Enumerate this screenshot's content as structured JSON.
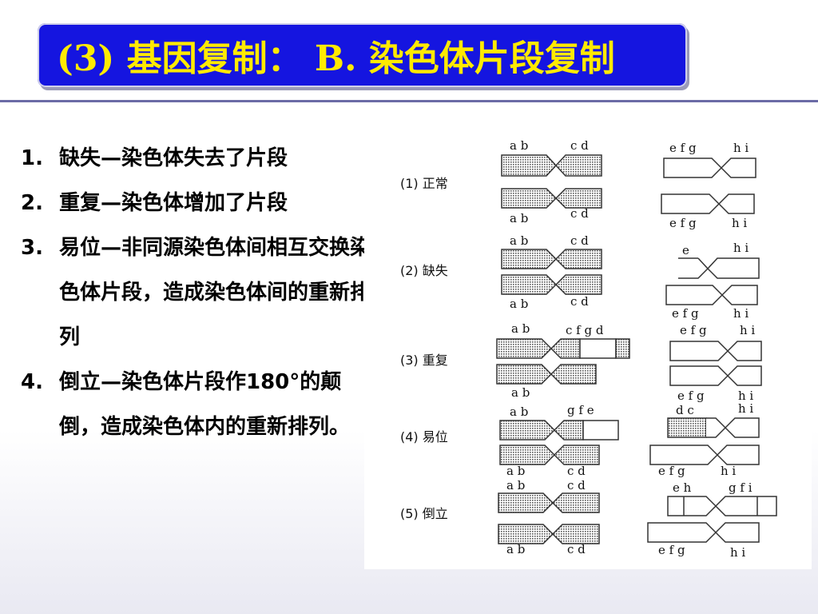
{
  "title": "(3) 基因复制： B. 染色体片段复制",
  "bullets": [
    {
      "num": "1.",
      "text": "缺失—染色体失去了片段"
    },
    {
      "num": "2.",
      "text": "重复—染色体增加了片段"
    },
    {
      "num": "3.",
      "text": "易位—非同源染色体间相互交换染色体片段，造成染色体间的重新排列"
    },
    {
      "num": "4.",
      "text": "倒立—染色体片段作180°的颠倒，造成染色体内的重新排列。"
    }
  ],
  "figure": {
    "rows": [
      {
        "label": "(1) 正常",
        "left": {
          "top": [
            "a b",
            "c d"
          ],
          "bottom": [
            "a b",
            "c d"
          ]
        },
        "right": {
          "top": [
            "e f g",
            "h i"
          ],
          "bottom": [
            "e f g",
            "h i"
          ]
        }
      },
      {
        "label": "(2) 缺失",
        "left": {
          "top": [
            "a b",
            "c d"
          ],
          "bottom": [
            "a b",
            "c d"
          ]
        },
        "right": {
          "top": [
            "e",
            "h i"
          ],
          "bottom": [
            "e f g",
            "h i"
          ]
        }
      },
      {
        "label": "(3) 重复",
        "left": {
          "top": [
            "a b",
            "c f g d"
          ],
          "bottom": [
            "a b",
            ""
          ]
        },
        "right": {
          "top": [
            "e f g",
            "h i"
          ],
          "bottom": [
            "e f g",
            "h i"
          ]
        }
      },
      {
        "label": "(4) 易位",
        "left": {
          "top": [
            "a b",
            "g f e"
          ],
          "bottom": [
            "a b",
            "c d"
          ]
        },
        "right": {
          "top": [
            "d c",
            "h i"
          ],
          "bottom": [
            "e f g",
            "h i"
          ]
        }
      },
      {
        "label": "(5) 倒立",
        "left": {
          "top": [
            "a b",
            "c d"
          ],
          "bottom": [
            "a b",
            "c d"
          ]
        },
        "right": {
          "top": [
            "e h",
            "g f i"
          ],
          "bottom": [
            "e f g",
            "h i"
          ]
        }
      }
    ]
  }
}
